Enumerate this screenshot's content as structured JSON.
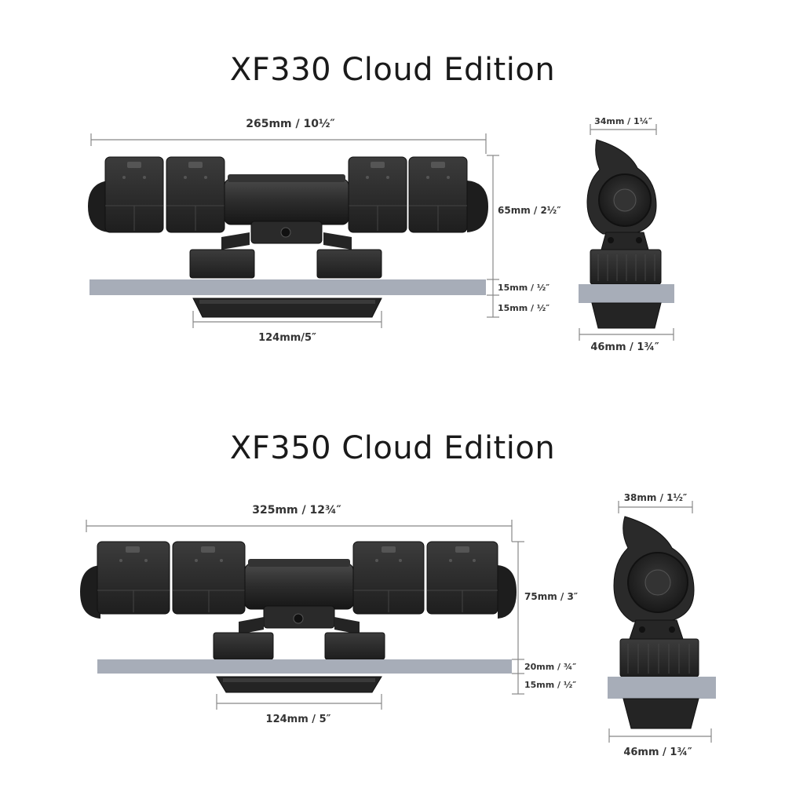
{
  "products": [
    {
      "title": "XF330 Cloud Edition",
      "front": {
        "width_label": "265mm / 10½″",
        "height_label": "65mm /  2½″",
        "glass_label": "15mm / ½″",
        "magnet_label": "15mm / ½″",
        "base_label": "124mm/5″"
      },
      "side": {
        "top_label": "34mm / 1¼″",
        "bottom_label": "46mm / 1¾″"
      }
    },
    {
      "title": "XF350 Cloud Edition",
      "front": {
        "width_label": "325mm / 12¾″",
        "height_label": "75mm / 3″",
        "glass_label": "20mm / ¾″",
        "magnet_label": "15mm / ½″",
        "base_label": "124mm / 5″"
      },
      "side": {
        "top_label": "38mm / 1½″",
        "bottom_label": "46mm / 1¾″"
      }
    }
  ],
  "colors": {
    "pump": "#2b2b2b",
    "pump_dark": "#1c1c1c",
    "pump_light": "#4a4a4a",
    "glass": "#a7adb8",
    "dim_line": "#888888"
  }
}
